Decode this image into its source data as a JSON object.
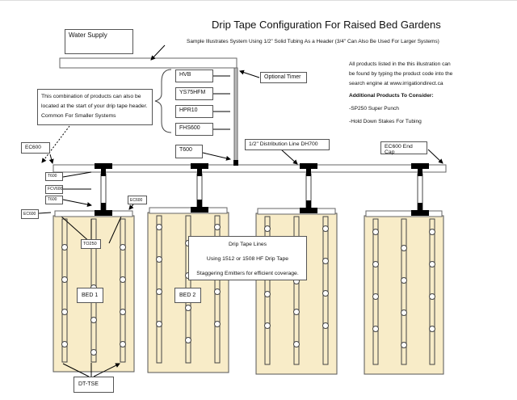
{
  "title": "Drip Tape Configuration For Raised Bed Gardens",
  "subtitle": "Sample Illustrates System Using 1/2\" Solid Tubing As a Header (3/4\" Can Also Be Used For Larger Systems)",
  "info": {
    "line1": "All products listed in the this illustration can",
    "line2": "be found by typing the product code into the",
    "line3": "search engine at www.irrigationdirect.ca",
    "additional_heading": "Additional Products To Consider:",
    "item1": "-SP250 Super Punch",
    "item2": "-Hold Down Stakes For Tubing"
  },
  "labels": {
    "water_supply": "Water Supply",
    "optional_timer": "Optional Timer",
    "hvb": "HVB",
    "ys75hfm": "YS75HFM",
    "hpr10": "HPR10",
    "fhs600": "FHS600",
    "combo_note": "This combination of products can also be located at the start of your drip tape header. Common For Smaller Systems",
    "t600_main": "T600",
    "distribution_line": "1/2\" Distribution Line DH700",
    "end_cap": "EC600 End Cap",
    "ec600_top": "EC600",
    "ec600_left": "EC600",
    "ec600_right": "EC600",
    "small1": "T600",
    "small2": "FCV600",
    "small3": "T600",
    "to250": "TO250",
    "bed1": "BED 1",
    "bed2": "BED 2",
    "dt_tse": "DT-TSE",
    "drip_title": "Drip Tape Lines",
    "drip_line2": "Using 1512 or 1508 HF Drip Tape",
    "drip_line3": "Staggering Emitters for efficient coverage."
  },
  "colors": {
    "bed": "#f8ecc8",
    "fitting": "#000000"
  }
}
